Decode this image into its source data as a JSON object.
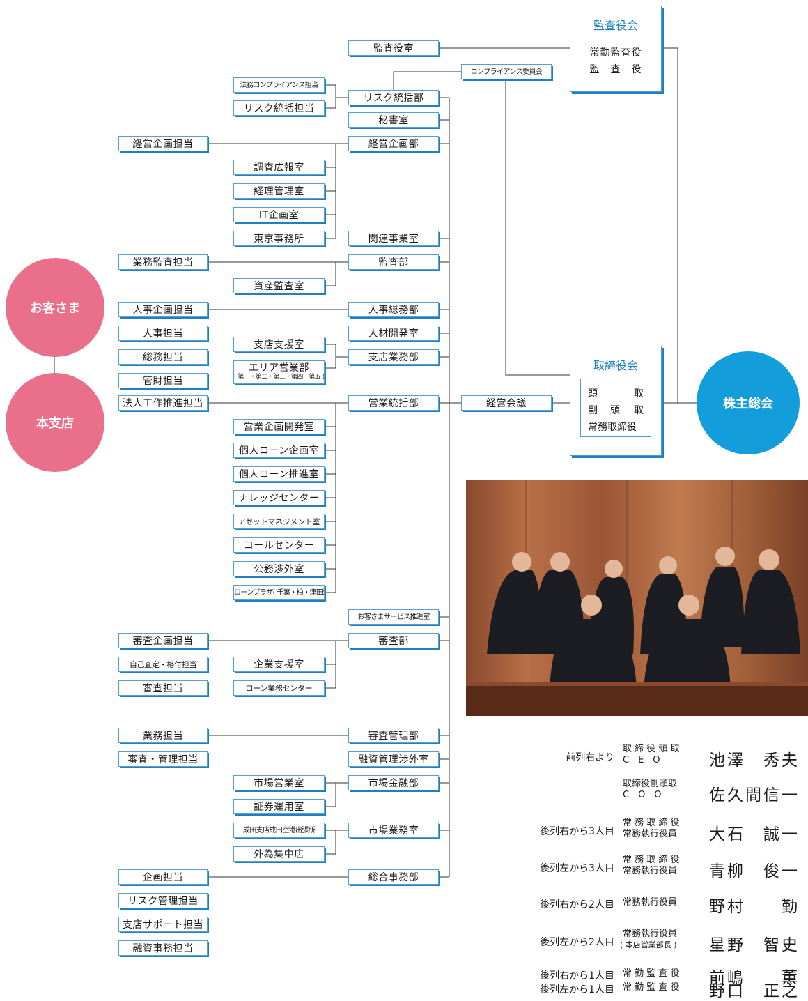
{
  "circles": {
    "customers": "お客さま",
    "branches": "本支店",
    "shareholders": "株主総会"
  },
  "auditors_board": {
    "title": "監査役会",
    "line1": "常勤監査役",
    "line2": "監　査　役"
  },
  "directors_board": {
    "title": "取締役会",
    "row1_left": "頭",
    "row1_right": "取",
    "row2_left": "副",
    "row2_mid": "頭",
    "row2_right": "取",
    "row3": "常務取締役"
  },
  "boxes": {
    "kansayakushitsu": "監査役室",
    "compliance_committee": "コンプライアンス委員会",
    "legal_compliance": "法務コンプライアンス担当",
    "risk_control_staff": "リスク統括担当",
    "risk_control_dept": "リスク統括部",
    "secretary": "秘書室",
    "planning_staff": "経営企画担当",
    "planning_dept": "経営企画部",
    "research_pr": "調査広報室",
    "accounting_mgmt": "経理管理室",
    "it_planning": "IT企画室",
    "tokyo_office": "東京事務所",
    "affiliates": "関連事業室",
    "audit_staff": "業務監査担当",
    "audit_dept": "監査部",
    "asset_audit": "資産監査室",
    "hr_planning": "人事企画担当",
    "hr_general": "人事総務部",
    "hr_staff": "人事担当",
    "talent_dev": "人材開発室",
    "general_affairs": "総務担当",
    "branch_support_room": "支店支援室",
    "branch_ops": "支店業務部",
    "area_sales": "エリア営業部",
    "area_sales_sub": "( 第一・第二・第三・第四・第五 )",
    "property_mgmt": "管財担当",
    "corporate_promo": "法人工作推進担当",
    "sales_control": "営業統括部",
    "mgmt_meeting": "経営会議",
    "sales_planning": "営業企画開発室",
    "personal_loan_planning": "個人ローン企画室",
    "personal_loan_promo": "個人ローン推進室",
    "knowledge_center": "ナレッジセンター",
    "asset_mgmt": "アセットマネジメント室",
    "call_center": "コールセンター",
    "public_affairs": "公務渉外室",
    "loan_plaza": "ローンプラザ( 千葉・柏・津田沼 )",
    "customer_service": "お客さまサービス推進室",
    "credit_planning_staff": "審査企画担当",
    "credit_dept": "審査部",
    "self_assessment": "自己査定・格付担当",
    "corp_support": "企業支援室",
    "credit_staff": "審査担当",
    "loan_ops_center": "ローン業務センター",
    "ops_staff": "業務担当",
    "credit_admin_dept": "審査管理部",
    "credit_admin_staff": "審査・管理担当",
    "loan_mgmt": "融資管理渉外室",
    "market_sales": "市場営業室",
    "market_finance": "市場金融部",
    "securities": "証券運用室",
    "narita": "成田支店成田空港出張所",
    "market_ops": "市場業務室",
    "fx_center": "外為集中店",
    "planning2_staff": "企画担当",
    "admin_dept": "総合事務部",
    "risk_mgmt_staff": "リスク管理担当",
    "branch_support_staff": "支店サポート担当",
    "loan_admin_staff": "融資事務担当"
  },
  "roster": [
    {
      "label": "前列右より",
      "t1": "取 締 役 頭 取",
      "t2": "C　E　O",
      "name": "池澤　秀夫"
    },
    {
      "label": "",
      "t1": "取締役副頭取",
      "t2": "C　O　O",
      "name": "佐久間信一"
    },
    {
      "label": "後列右から3人目",
      "t1": "常 務 取 締 役",
      "t2": "常務執行役員",
      "name": "大石　誠一"
    },
    {
      "label": "後列左から3人目",
      "t1": "常 務 取 締 役",
      "t2": "常務執行役員",
      "name": "青柳　俊一"
    },
    {
      "label": "後列右から2人目",
      "t1": "常務執行役員",
      "t2": "",
      "name": "野村　　勤"
    },
    {
      "label": "後列左から2人目",
      "t1": "常務執行役員",
      "t2": "( 本店営業部長 )",
      "name": "星野　智史"
    },
    {
      "label": "後列右から1人目",
      "t1": "常 勤 監 査 役",
      "t2": "",
      "name": "前嶋　　薫"
    },
    {
      "label": "後列左から1人目",
      "t1": "常 勤 監 査 役",
      "t2": "",
      "name": "野口　正之"
    }
  ]
}
